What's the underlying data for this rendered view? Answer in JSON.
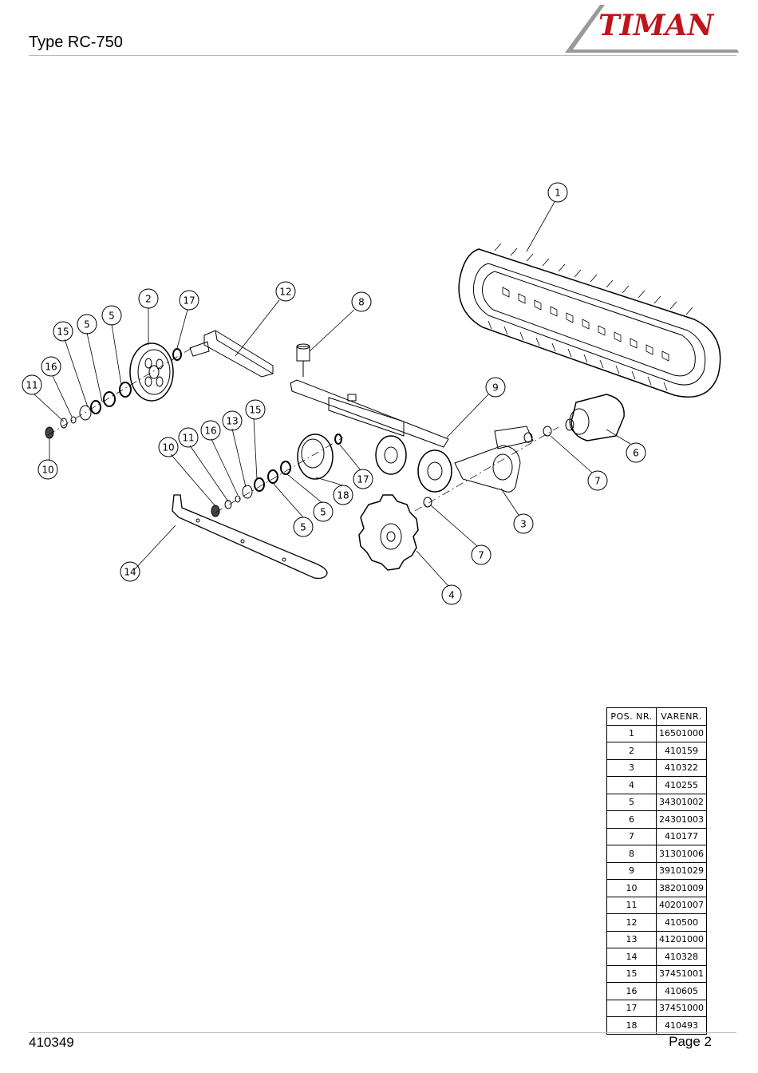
{
  "header": {
    "title": "Type RC-750"
  },
  "logo": {
    "text": "TIMAN",
    "color": "#c0141c",
    "stripe_color": "#9a9a9a"
  },
  "callouts": [
    "1",
    "2",
    "3",
    "4",
    "5",
    "6",
    "7",
    "8",
    "9",
    "10",
    "11",
    "12",
    "13",
    "14",
    "15",
    "16",
    "17",
    "18"
  ],
  "parts_table": {
    "headers": [
      "POS. NR.",
      "VARENR."
    ],
    "rows": [
      [
        "1",
        "16501000"
      ],
      [
        "2",
        "410159"
      ],
      [
        "3",
        "410322"
      ],
      [
        "4",
        "410255"
      ],
      [
        "5",
        "34301002"
      ],
      [
        "6",
        "24301003"
      ],
      [
        "7",
        "410177"
      ],
      [
        "8",
        "31301006"
      ],
      [
        "9",
        "39101029"
      ],
      [
        "10",
        "38201009"
      ],
      [
        "11",
        "40201007"
      ],
      [
        "12",
        "410500"
      ],
      [
        "13",
        "41201000"
      ],
      [
        "14",
        "410328"
      ],
      [
        "15",
        "37451001"
      ],
      [
        "16",
        "410605"
      ],
      [
        "17",
        "37451000"
      ],
      [
        "18",
        "410493"
      ]
    ]
  },
  "footer": {
    "doc_number": "410349",
    "page": "Page 2"
  }
}
